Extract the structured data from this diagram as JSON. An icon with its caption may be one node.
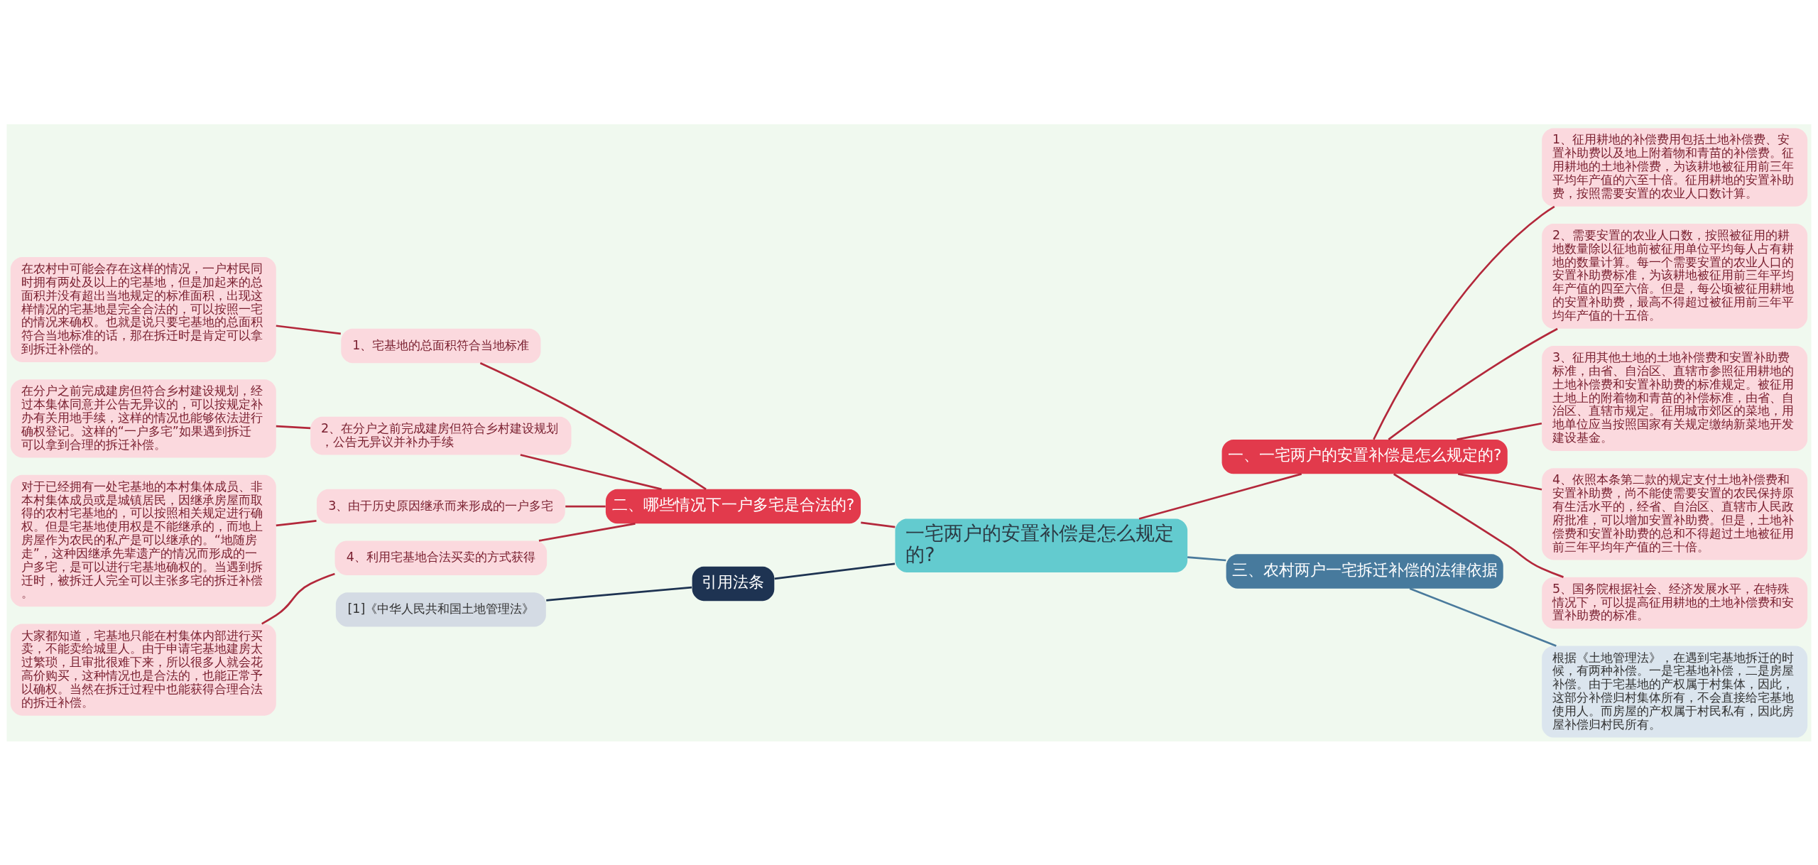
{
  "diagram": {
    "nodes": [
      {
        "text": [
          "一宅两户的安置补偿是怎么规定的?"
        ]
      },
      {
        "text": [
          "二、哪些情况下一户多宅是合法的?"
        ]
      },
      {
        "text": [
          "1、宅基地的总面积符合当地标准"
        ]
      },
      {
        "text": [
          "在农村中可能会存在这样的情况，一户村民同时拥有两处及以上的宅基地，但是加起来的总面积并没有超出当地规定的标准面积，出现这样情况的宅基地是完全合法的，可以按照一宅的情况来确权。也就是说只要宅基地的总面积符合当地标准的话，那在拆迁时是肯定可以拿到拆迁补偿的。"
        ]
      },
      {
        "text": [
          "2、在分户之前完成建房但符合乡村建设规划，公告无异议并补办手续"
        ]
      },
      {
        "text": [
          "在分户之前完成建房但符合乡村建设规划，经过本集体同意并公告无异议的，可以按规定补办有关用地手续，这样的情况也能够依法进行确权登记。这样的“一户多宅”如果遇到拆迁可以拿到合理的拆迁补偿。"
        ]
      },
      {
        "text": [
          "3、由于历史原因继承而来形成的一户多宅"
        ]
      },
      {
        "text": [
          "对于已经拥有一处宅基地的本村集体成员、非本村集体成员或是城镇居民，因继承房屋而取得的农村宅基地的，可以按照相关规定进行确权。但是宅基地使用权是不能继承的，而地上房屋作为农民的私产是可以继承的。“地随房走”，这种因继承先辈遗产的情况而形成的一户多宅，是可以进行宅基地确权的。当遇到拆迁时，被拆迁人完全可以主张多宅的拆迁补偿。"
        ]
      },
      {
        "text": [
          "4、利用宅基地合法买卖的方式获得"
        ]
      },
      {
        "text": [
          "大家都知道，宅基地只能在村集体内部进行买卖，不能卖给城里人。由于申请宅基地建房太过繁琐，且审批很难下来，所以很多人就会花高价购买，这种情况也是合法的，也能正常予以确权。当然在拆迁过程中也能获得合理合法的拆迁补偿。"
        ]
      },
      {
        "text": [
          "引用法条"
        ]
      },
      {
        "text": [
          "[1]《中华人民共和国土地管理法》"
        ]
      },
      {
        "text": [
          "一、一宅两户的安置补偿是怎么规定的?"
        ]
      },
      {
        "text": [
          "1、征用耕地的补偿费用包括土地补偿费、安置补助费以及地上附着物和青苗的补偿费。征用耕地的土地补偿费，为该耕地被征用前三年平均年产值的六至十倍。征用耕地的安置补助费，按照需要安置的农业人口数计算。"
        ]
      },
      {
        "text": [
          "2、需要安置的农业人口数，按照被征用的耕地数量除以征地前被征用单位平均每人占有耕地的数量计算。每一个需要安置的农业人口的安置补助费标准，为该耕地被征用前三年平均年产值的四至六倍。但是，每公顷被征用耕地的安置补助费，最高不得超过被征用前三年平均年产值的十五倍。"
        ]
      },
      {
        "text": [
          "3、征用其他土地的土地补偿费和安置补助费标准，由省、自治区、直辖市参照征用耕地的土地补偿费和安置补助费的标准规定。被征用土地上的附着物和青苗的补偿标准，由省、自治区、直辖市规定。征用城市郊区的菜地，用地单位应当按照国家有关规定缴纳新菜地开发建设基金。"
        ]
      },
      {
        "text": [
          "4、依照本条第二款的规定支付土地补偿费和安置补助费，尚不能使需要安置的农民保持原有生活水平的，经省、自治区、直辖市人民政府批准，可以增加安置补助费。但是，土地补偿费和安置补助费的总和不得超过土地被征用前三年平均年产值的三十倍。"
        ]
      },
      {
        "text": [
          "5、国务院根据社会、经济发展水平，在特殊情况下，可以提高征用耕地的土地补偿费和安置补助费的标准。"
        ]
      },
      {
        "text": [
          "三、农村两户一宅拆迁补偿的法律依据"
        ]
      },
      {
        "text": [
          "根据《土地管理法》，在遇到宅基地拆迁的时候，有两种补偿。一是宅基地补偿，二是房屋补偿。由于宅基地的产权属于村集体，因此，这部分补偿归村集体所有，不会直接给宅基地使用人。而房屋的产权属于村民私有，因此房屋补偿归村民所有。"
        ]
      }
    ],
    "edges": [
      {
        "from": 3,
        "to": 2,
        "arrow": "none"
      },
      {
        "from": 2,
        "to": 1,
        "arrow": "none"
      },
      {
        "from": 5,
        "to": 4,
        "arrow": "none"
      },
      {
        "from": 4,
        "to": 1,
        "arrow": "none"
      },
      {
        "from": 7,
        "to": 6,
        "arrow": "none"
      },
      {
        "from": 6,
        "to": 1,
        "arrow": "none"
      },
      {
        "from": 9,
        "to": 8,
        "arrow": "none"
      },
      {
        "from": 8,
        "to": 1,
        "arrow": "none"
      },
      {
        "from": 1,
        "to": 0,
        "arrow": "none"
      },
      {
        "from": 11,
        "to": 10,
        "arrow": "none",
        "color": "#1e3352"
      },
      {
        "from": 10,
        "to": 0,
        "arrow": "none",
        "color": "#1e3352"
      },
      {
        "from": 0,
        "to": 12,
        "arrow": "none"
      },
      {
        "from": 12,
        "to": 13,
        "arrow": "none"
      },
      {
        "from": 12,
        "to": 14,
        "arrow": "none"
      },
      {
        "from": 12,
        "to": 15,
        "arrow": "none"
      },
      {
        "from": 12,
        "to": 16,
        "arrow": "none"
      },
      {
        "from": 12,
        "to": 17,
        "arrow": "none"
      },
      {
        "from": 0,
        "to": 18,
        "arrow": "none",
        "color": "#4a7a9c"
      },
      {
        "from": 18,
        "to": 19,
        "arrow": "none",
        "color": "#4a7a9c"
      }
    ]
  }
}
